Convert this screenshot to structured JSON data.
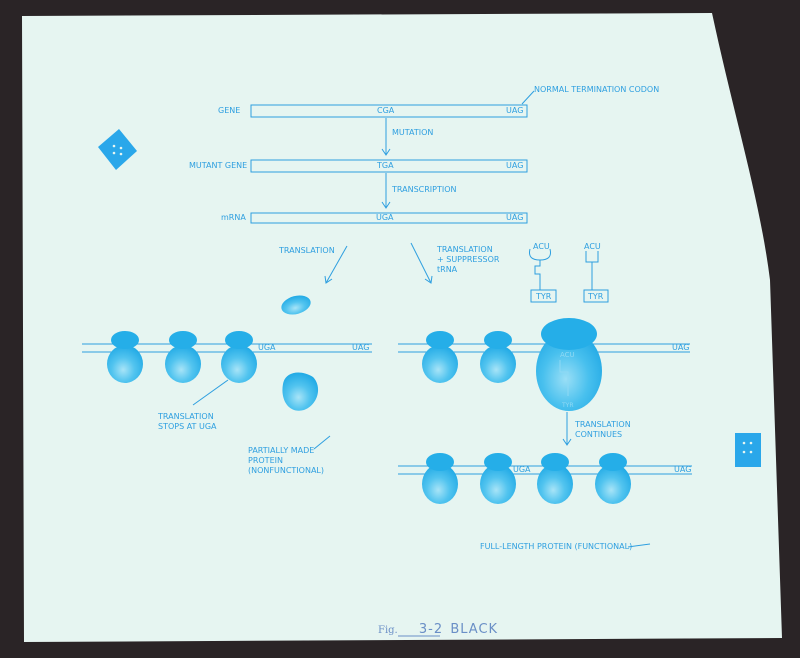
{
  "labels": {
    "gene": "GENE",
    "gene_codon": "CGA",
    "gene_stop": "UAG",
    "normal_termination": "NORMAL TERMINATION CODON",
    "mutation": "MUTATION",
    "mutant_gene": "MUTANT GENE",
    "mutant_codon": "TGA",
    "mutant_stop": "UAG",
    "transcription": "TRANSCRIPTION",
    "mrna": "mRNA",
    "mrna_codon": "UGA",
    "mrna_stop": "UAG",
    "translation_left": "TRANSLATION",
    "translation_right": "TRANSLATION\n+ SUPPRESSOR\ntRNA",
    "trna_anticodon_1": "ACU",
    "trna_anticodon_2": "ACU",
    "trna_aa_1": "TYR",
    "trna_aa_2": "TYR",
    "left_uga": "UGA",
    "left_uag": "UAG",
    "right_uag": "UAG",
    "ribosome_acu": "ACU",
    "ribosome_tyr": "TYR",
    "translation_stops": "TRANSLATION\nSTOPS AT UGA",
    "partially_made": "PARTIALLY MADE\nPROTEIN\n(NONFUNCTIONAL)",
    "translation_continues": "TRANSLATION\nCONTINUES",
    "bottom_uga": "UGA",
    "bottom_uag": "UAG",
    "full_length": "FULL-LENGTH PROTEIN (FUNCTIONAL)"
  },
  "figure_caption": {
    "prefix": "Fig.",
    "number": "3-2",
    "note": "BLACK"
  },
  "colors": {
    "accent": "#2e9fe0",
    "ribosome": "#22b2ea",
    "paper": "#e6f5f1",
    "background": "#2a2426"
  }
}
